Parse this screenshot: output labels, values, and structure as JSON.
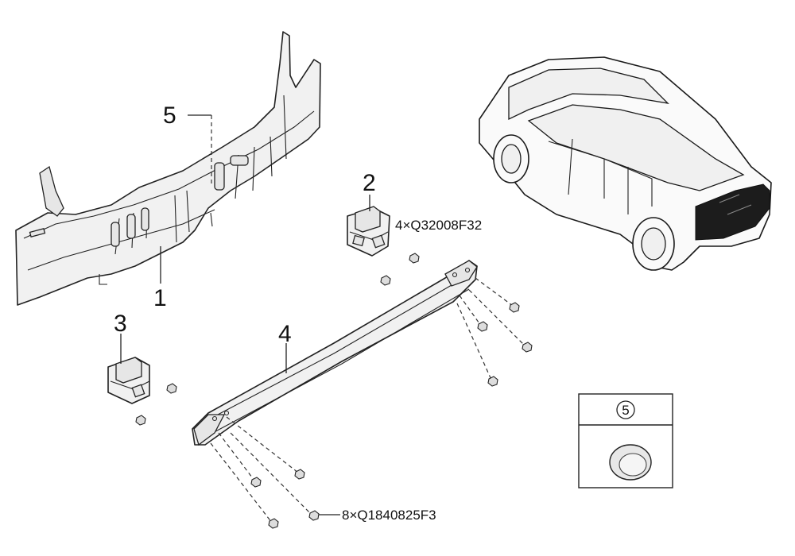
{
  "callouts": {
    "rear_panel": "1",
    "bracket_upper": "2",
    "bracket_lower": "3",
    "bumper_beam": "4",
    "plug": "5"
  },
  "fasteners": {
    "bracket_bolts": "4×Q32008F32",
    "beam_bolts": "8×Q1840825F3"
  },
  "detail_box": {
    "label": "5"
  }
}
